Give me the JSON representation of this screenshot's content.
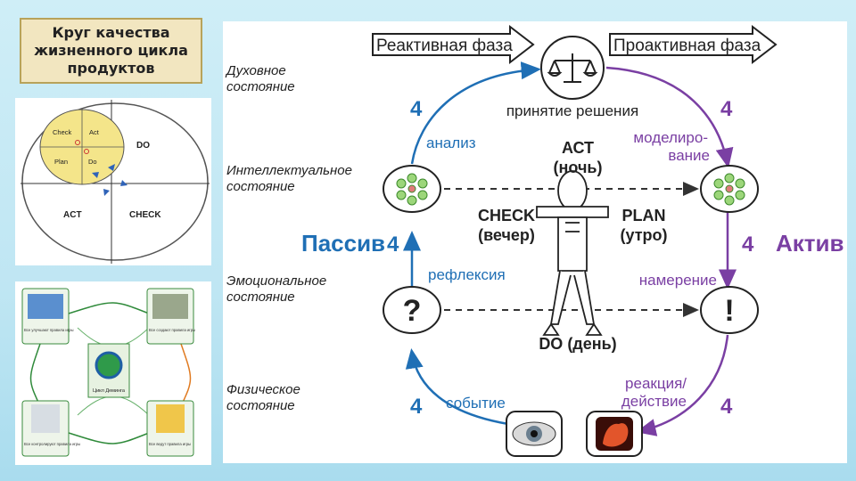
{
  "title": "Круг качества жизненного цикла продуктов",
  "pdca": {
    "inner": {
      "check": "Check",
      "act": "Act",
      "plan": "Plan",
      "do": "Do"
    },
    "outer": {
      "do": "DO",
      "act": "ACT",
      "check": "CHECK"
    }
  },
  "cycle": {
    "center": "Цикл Деминга",
    "cards": [
      "Все улучшают правила игры",
      "Все создают правила игры",
      "Все контролируют правила игры",
      "Все ведут правила игры"
    ]
  },
  "main": {
    "phase_reactive": "Реактивная фаза",
    "phase_proactive": "Проактивная фаза",
    "states": {
      "spiritual": "Духовное\nсостояние",
      "intellectual": "Интеллектуальное\nсостояние",
      "emotional": "Эмоциональное\nсостояние",
      "physical": "Физическое\nсостояние"
    },
    "decision": "принятие решения",
    "analysis": "анализ",
    "modeling": "моделиро-\nвание",
    "reflection": "рефлексия",
    "intention": "намерение",
    "event": "событие",
    "reaction": "реакция/\nдействие",
    "act": "АСТ\n(ночь)",
    "check": "CHECK\n(вечер)",
    "plan": "PLAN\n(утро)",
    "do": "DO (день)",
    "passive": "Пассив",
    "active": "Актив",
    "num": "4",
    "question": "?",
    "exclaim": "!",
    "colors": {
      "blue": "#1f6fb5",
      "purple": "#7a3fa3",
      "dark": "#222222"
    }
  }
}
